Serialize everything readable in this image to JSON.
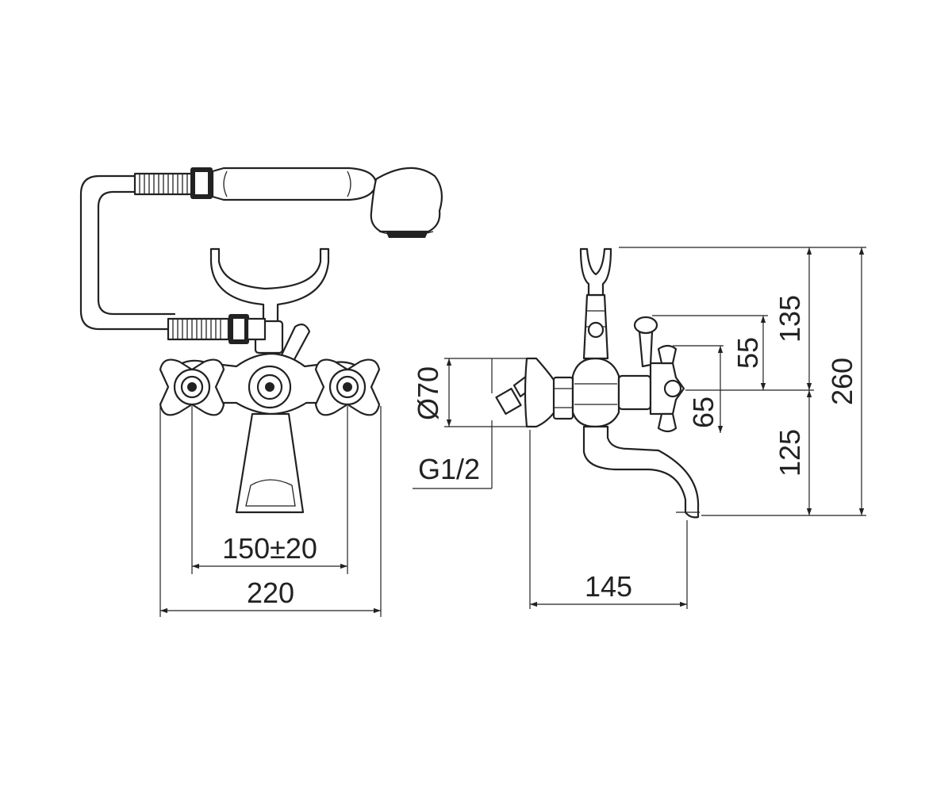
{
  "dimensions": {
    "inlet_spacing": "150±20",
    "overall_width": "220",
    "flange_diameter": "Ø70",
    "connection_thread": "G1/2",
    "spout_projection": "145",
    "dim_135": "135",
    "dim_55": "55",
    "dim_65": "65",
    "dim_125": "125",
    "overall_height": "260"
  }
}
